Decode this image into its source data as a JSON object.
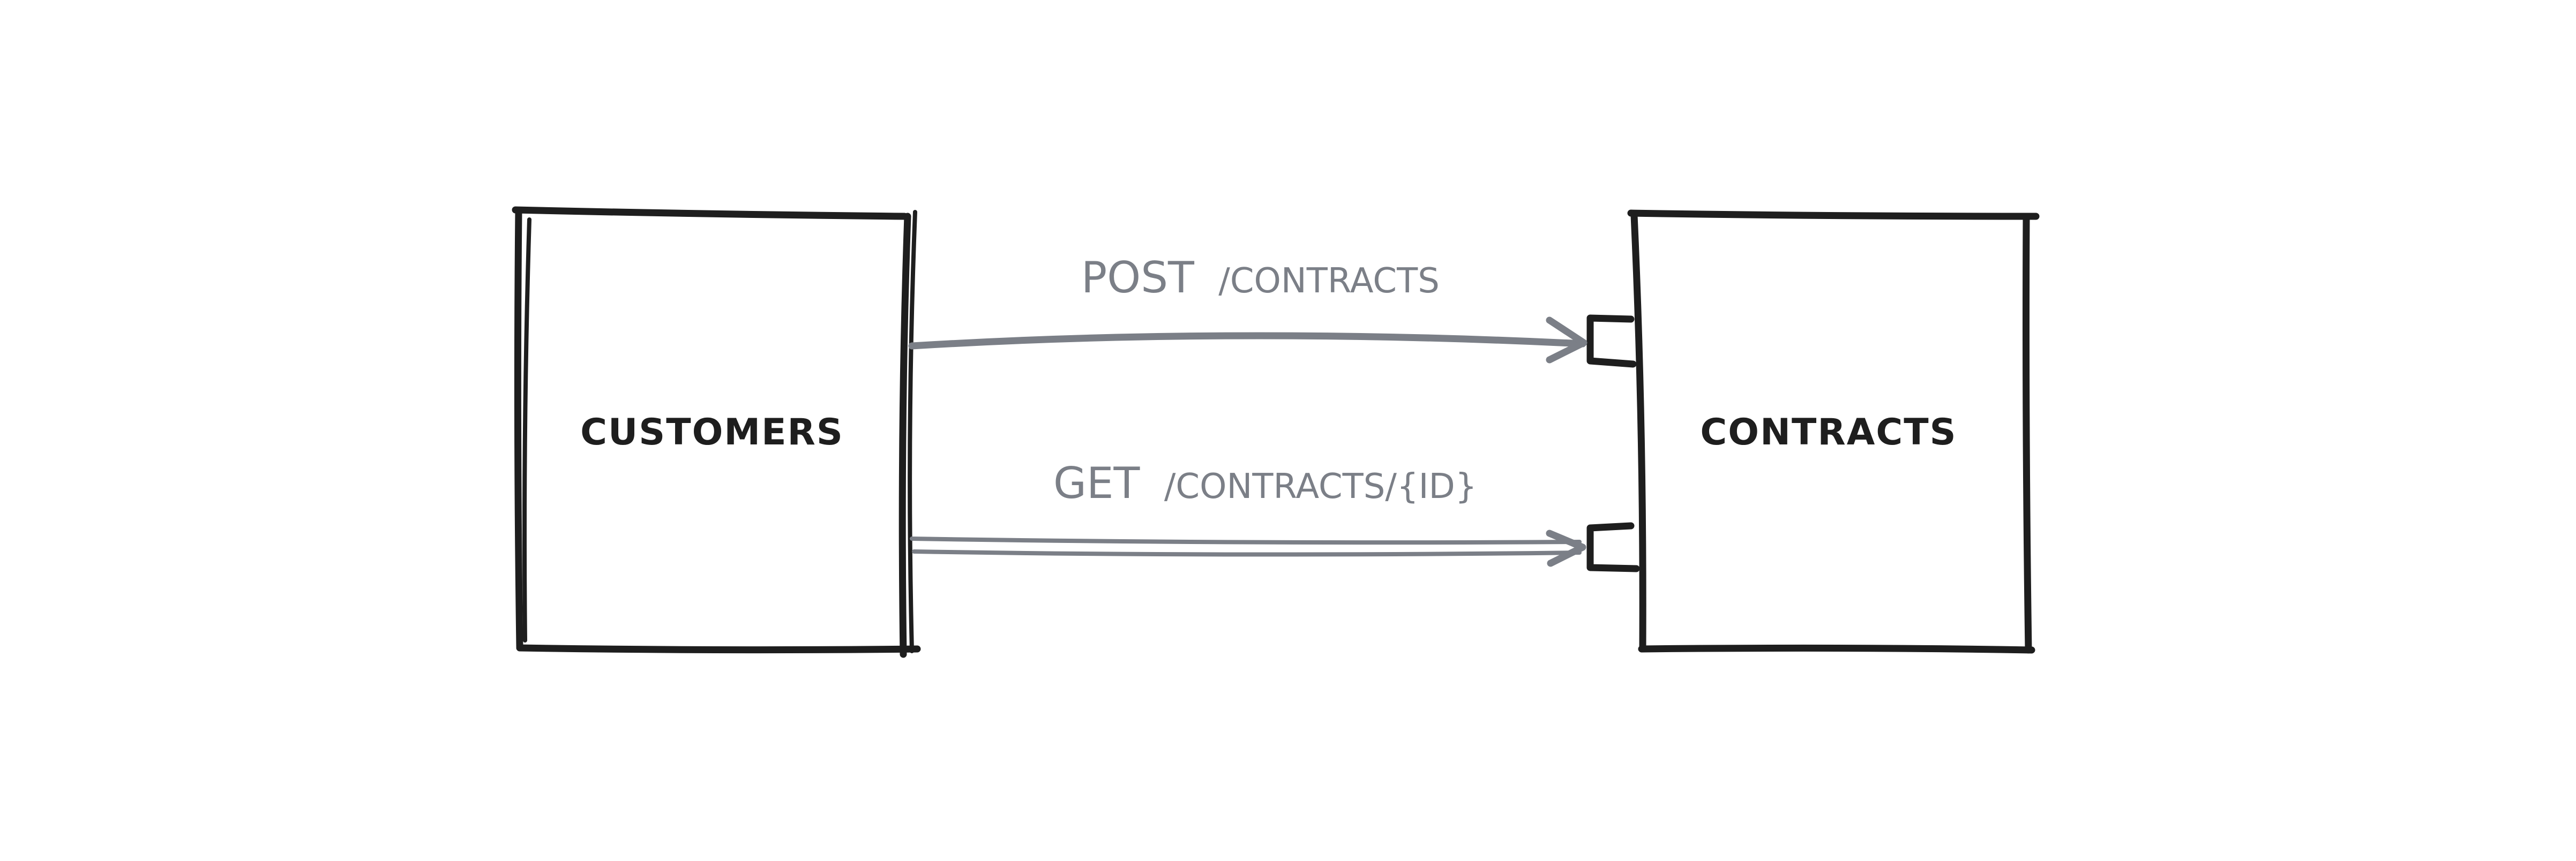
{
  "nodes": {
    "customers": {
      "label": "CUSTOMERS"
    },
    "contracts": {
      "label": "CONTRACTS"
    }
  },
  "edges": {
    "post": {
      "method": "POST",
      "path": "/CONTRACTS"
    },
    "get": {
      "method": "GET",
      "path": "/CONTRACTS/{ID}"
    }
  },
  "colors": {
    "stroke": "#1e1e1e",
    "arrow": "#7b7f87",
    "background": "#ffffff"
  }
}
